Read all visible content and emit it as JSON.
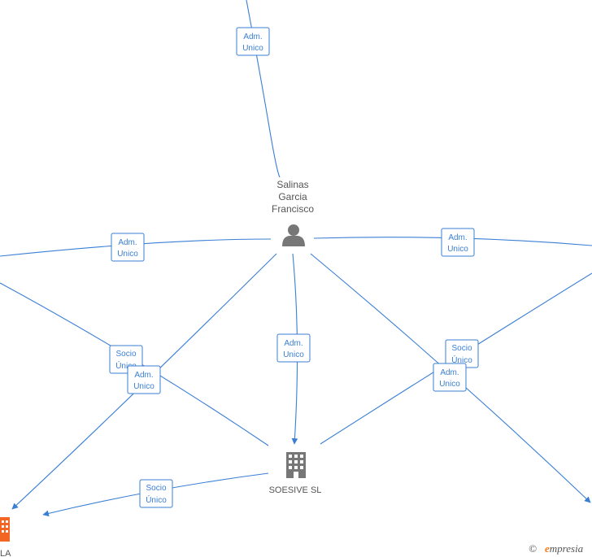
{
  "nodes": {
    "person": {
      "name_lines": [
        "Salinas",
        "Garcia",
        "Francisco"
      ],
      "icon": "person-icon"
    },
    "company_main": {
      "name": "SOESIVE SL",
      "icon": "building-icon"
    },
    "company_bottom_left": {
      "name_fragment": "LA",
      "icon": "building-icon",
      "color": "#f26522"
    }
  },
  "badges": [
    {
      "id": "top",
      "lines": [
        "Adm.",
        "Unico"
      ]
    },
    {
      "id": "left",
      "lines": [
        "Adm.",
        "Unico"
      ]
    },
    {
      "id": "right",
      "lines": [
        "Adm.",
        "Unico"
      ]
    },
    {
      "id": "center",
      "lines": [
        "Adm.",
        "Unico"
      ]
    },
    {
      "id": "left-socio",
      "lines": [
        "Socio",
        "Único"
      ]
    },
    {
      "id": "left-adm",
      "lines": [
        "Adm.",
        "Unico"
      ]
    },
    {
      "id": "right-socio",
      "lines": [
        "Socio",
        "Único"
      ]
    },
    {
      "id": "right-adm",
      "lines": [
        "Adm.",
        "Unico"
      ]
    },
    {
      "id": "bottom-socio",
      "lines": [
        "Socio",
        "Único"
      ]
    }
  ],
  "footer": {
    "copyright_symbol": "©",
    "brand_initial": "e",
    "brand_rest": "mpresia"
  },
  "colors": {
    "edge": "#3a7fd5",
    "node_gray": "#777777",
    "highlight": "#f26522"
  }
}
